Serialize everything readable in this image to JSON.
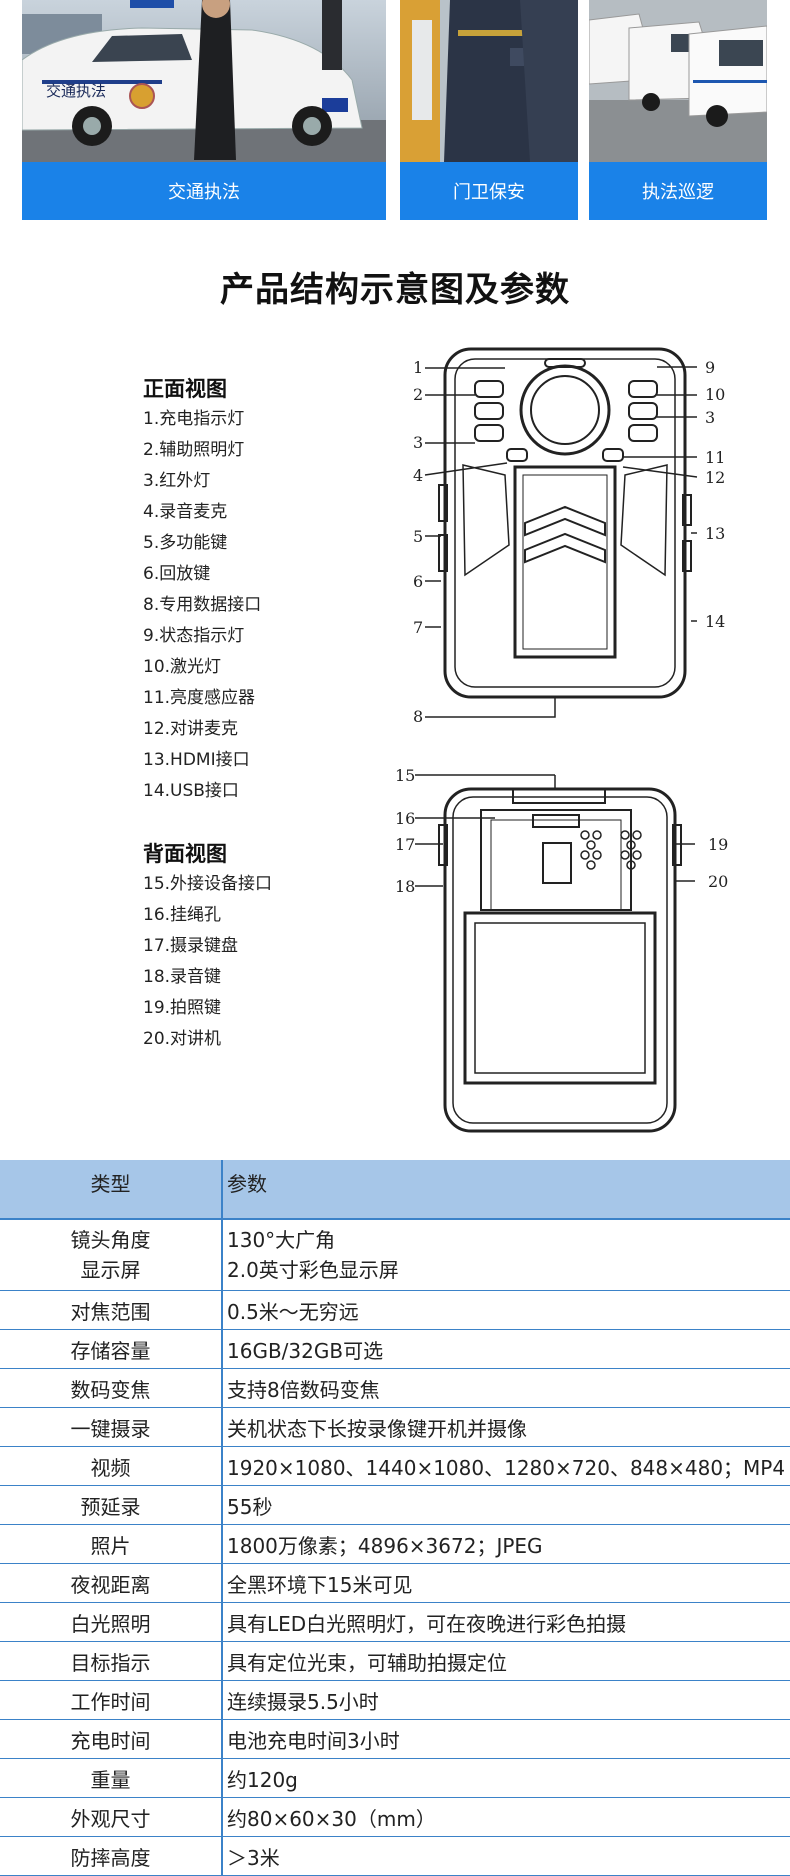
{
  "scenes": [
    {
      "label": "交通执法",
      "car_door_text": "交通执法"
    },
    {
      "label": "门卫保安"
    },
    {
      "label": "执法巡逻"
    }
  ],
  "section_title": "产品结构示意图及参数",
  "front_view": {
    "title": "正面视图",
    "items": [
      "1.充电指示灯",
      "2.辅助照明灯",
      "3.红外灯",
      "4.录音麦克",
      "5.多功能键",
      "6.回放键",
      "8.专用数据接口",
      "9.状态指示灯",
      "10.激光灯",
      "11.亮度感应器",
      "12.对讲麦克",
      "13.HDMI接口",
      "14.USB接口"
    ],
    "callouts_left": [
      "1",
      "2",
      "3",
      "4",
      "5",
      "6",
      "7",
      "8"
    ],
    "callouts_right": [
      "9",
      "10",
      "3",
      "11",
      "12",
      "13",
      "14"
    ]
  },
  "back_view": {
    "title": "背面视图",
    "items": [
      "15.外接设备接口",
      "16.挂绳孔",
      "17.摄录键盘",
      "18.录音键",
      "19.拍照键",
      "20.对讲机"
    ],
    "callouts_left": [
      "15",
      "16",
      "17",
      "18"
    ],
    "callouts_right": [
      "19",
      "20"
    ]
  },
  "spec_table": {
    "header": {
      "key": "类型",
      "value": "参数"
    },
    "rows": [
      {
        "keys": [
          "镜头角度",
          "显示屏"
        ],
        "values": [
          "130°大广角",
          "2.0英寸彩色显示屏"
        ]
      },
      {
        "key": "对焦范围",
        "value": "0.5米～无穷远"
      },
      {
        "key": "存储容量",
        "value": "16GB/32GB可选"
      },
      {
        "key": "数码变焦",
        "value": "支持8倍数码变焦"
      },
      {
        "key": "一键摄录",
        "value": "关机状态下长按录像键开机并摄像"
      },
      {
        "key": "视频",
        "value": "1920×1080、1440×1080、1280×720、848×480；MP4"
      },
      {
        "key": "预延录",
        "value": "55秒"
      },
      {
        "key": "照片",
        "value": "1800万像素；4896×3672；JPEG"
      },
      {
        "key": "夜视距离",
        "value": "全黑环境下15米可见"
      },
      {
        "key": "白光照明",
        "value": "具有LED白光照明灯，可在夜晚进行彩色拍摄"
      },
      {
        "key": "目标指示",
        "value": "具有定位光束，可辅助拍摄定位"
      },
      {
        "key": "工作时间",
        "value": "连续摄录5.5小时"
      },
      {
        "key": "充电时间",
        "value": "电池充电时间3小时"
      },
      {
        "key": "重量",
        "value": "约120g"
      },
      {
        "key": "外观尺寸",
        "value": "约80×60×30（mm）"
      },
      {
        "key": "防摔高度",
        "value": "＞3米"
      }
    ]
  }
}
